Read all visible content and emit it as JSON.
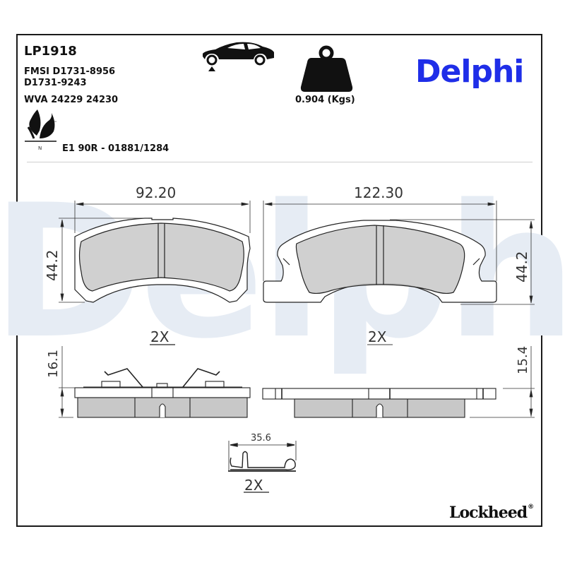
{
  "header": {
    "part_number": "LP1918",
    "fmsi_line1": "FMSI D1731-8956",
    "fmsi_line2": "D1731-9243",
    "wva": "WVA 24229 24230",
    "ece_approval": "E1 90R - 01881/1284",
    "weight": "0.904 (Kgs)",
    "brand": "Delphi",
    "brand_color": "#1f2ee8",
    "footer_brand": "Lockheed",
    "footer_brand_mark": "®"
  },
  "icons": {
    "vehicle_axle": "car-front-axle-icon",
    "weight": "weight-icon",
    "eco": "eco-leaf-icon",
    "eco_tm": "™",
    "eco_label": "N"
  },
  "watermark": {
    "text": "Delphi",
    "color": "#e6ecf4"
  },
  "drawing": {
    "pad_left": {
      "width_label": "92.20",
      "height_label": "44.2",
      "quantity": "2X",
      "thickness_label": "16.1"
    },
    "pad_right": {
      "width_label": "122.30",
      "height_label": "44.2",
      "quantity": "2X",
      "thickness_label": "15.4"
    },
    "clip": {
      "width_label": "35.6",
      "quantity": "2X"
    },
    "friction_color": "#c8c8c8",
    "line_color": "#222222"
  }
}
